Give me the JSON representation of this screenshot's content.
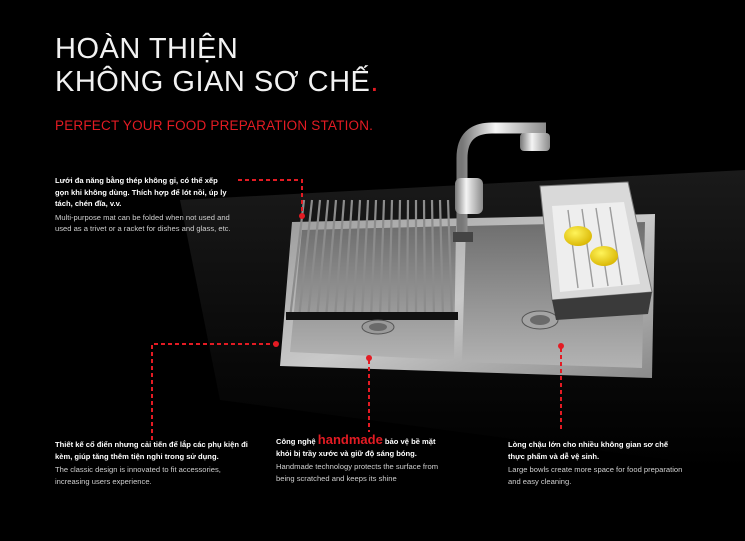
{
  "header": {
    "title_line1": "HOÀN THIỆN",
    "title_line2": "KHÔNG GIAN SƠ CHẾ",
    "title_period": ".",
    "subtitle": "PERFECT YOUR FOOD PREPARATION STATION."
  },
  "callouts": {
    "mat": {
      "vi": "Lưới đa năng bằng thép không gỉ, có thể xếp gọn khi không dùng. Thích hợp để lót nồi, úp ly tách, chén đĩa, v.v.",
      "en": "Multi-purpose mat can be folded when not used and used as a trivet or a racket for dishes and glass, etc."
    },
    "design": {
      "vi": "Thiết kế cổ điển nhưng cải tiến để lắp các phụ kiện đi kèm, giúp tăng thêm tiện nghi trong sử dụng.",
      "en": "The classic design is innovated to fit accessories, increasing users experience."
    },
    "handmade": {
      "vi_before": "Công nghệ",
      "vi_highlight": "handmade",
      "vi_after": "bảo vệ bề mặt khỏi bị trầy xước và giữ độ sáng bóng.",
      "en": "Handmade technology protects the surface from being scratched and keeps its shine"
    },
    "bowls": {
      "vi": "Lòng chậu lớn cho nhiều không gian sơ chế thực phẩm và dễ vệ sinh.",
      "en": "Large bowls create more space for food preparation and easy cleaning."
    }
  },
  "colors": {
    "accent": "#e31b23",
    "background": "#000000",
    "steel": "#b8b8b8"
  },
  "icons": [
    "sink-illustration",
    "faucet-icon",
    "drain-icon",
    "lemon-icon"
  ]
}
